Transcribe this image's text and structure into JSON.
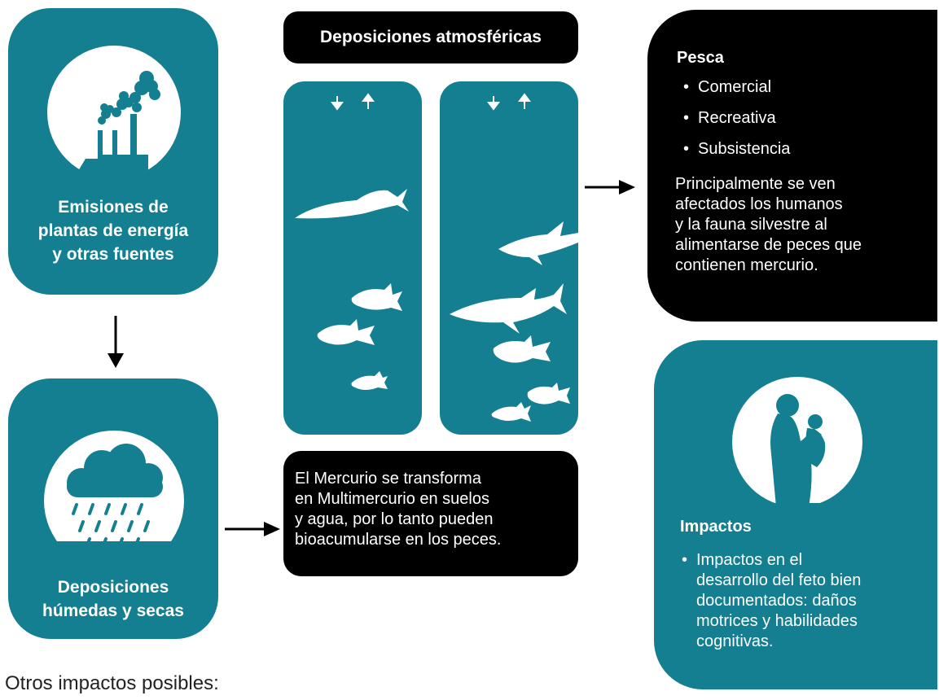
{
  "emissions": {
    "label": "Emisiones de\nplantas de energía\ny otras fuentes",
    "icon": "factory-icon"
  },
  "depositions": {
    "label": "Deposiciones\nhúmedas y secas",
    "icon": "rain-cloud-icon"
  },
  "atmospheric": {
    "label": "Deposiciones atmosféricas"
  },
  "transform": {
    "text": "El Mercurio se transforma\nen Multimercurio en suelos\ny agua, por lo tanto pueden\nbioacumularse en los peces."
  },
  "fishing": {
    "title": "Pesca",
    "items": [
      "Comercial",
      "Recreativa",
      "Subsistencia"
    ],
    "text": "Principalmente se ven\nafectados los humanos\ny la fauna silvestre al\nalimentarse de peces que\n contienen mercurio."
  },
  "impacts": {
    "title": "Impactos",
    "items": [
      "Impactos en el\ndesarrollo del feto bien\ndocumentados: daños\nmotrices y habilidades\n  cognitivas."
    ],
    "icon": "mother-child-icon"
  },
  "footer": {
    "text": "Otros impactos posibles:"
  },
  "colors": {
    "teal": "#137f90",
    "black": "#000000",
    "white": "#ffffff"
  }
}
